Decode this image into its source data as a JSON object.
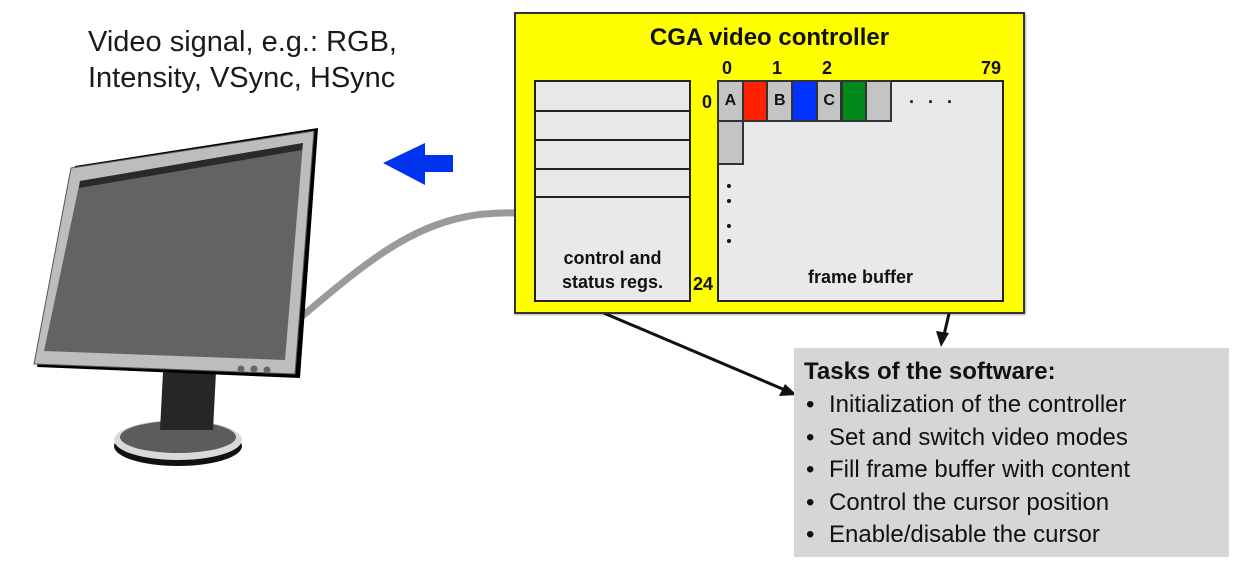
{
  "signal": {
    "line1": "Video signal, e.g.: RGB,",
    "line2": "Intensity, VSync, HSync"
  },
  "controller": {
    "title": "CGA video controller",
    "registers": {
      "label_line1": "control and",
      "label_line2": "status regs.",
      "row_count_visible": 5
    },
    "frame_buffer": {
      "label": "frame buffer",
      "column_labels": [
        "0",
        "1",
        "2",
        "79"
      ],
      "row_labels": [
        "0",
        "24"
      ],
      "ellipsis": "· · ·",
      "cells": [
        {
          "text": "A",
          "color": "#c4c4c4"
        },
        {
          "text": "",
          "color": "#ff2200"
        },
        {
          "text": "B",
          "color": "#c4c4c4"
        },
        {
          "text": "",
          "color": "#0033ff"
        },
        {
          "text": "C",
          "color": "#c4c4c4"
        },
        {
          "text": "",
          "color": "#008a1c"
        },
        {
          "text": "",
          "color": "#c4c4c4"
        }
      ],
      "second_row_cell": {
        "text": "",
        "color": "#c4c4c4"
      }
    }
  },
  "tasks": {
    "title": "Tasks of the software:",
    "bullet": "•",
    "items": [
      "Initialization of the controller",
      "Set and switch video modes",
      "Fill frame buffer with content",
      "Control the cursor position",
      "Enable/disable the cursor"
    ]
  },
  "colors": {
    "controller_bg": "#ffff00",
    "arrow_blue": "#0033ee",
    "panel_gray": "#d6d6d6",
    "box_light": "#e9e9e9"
  },
  "icons": {
    "monitor": "monitor-icon",
    "signal_arrow": "arrow-left-icon",
    "cable": "cable-icon"
  }
}
